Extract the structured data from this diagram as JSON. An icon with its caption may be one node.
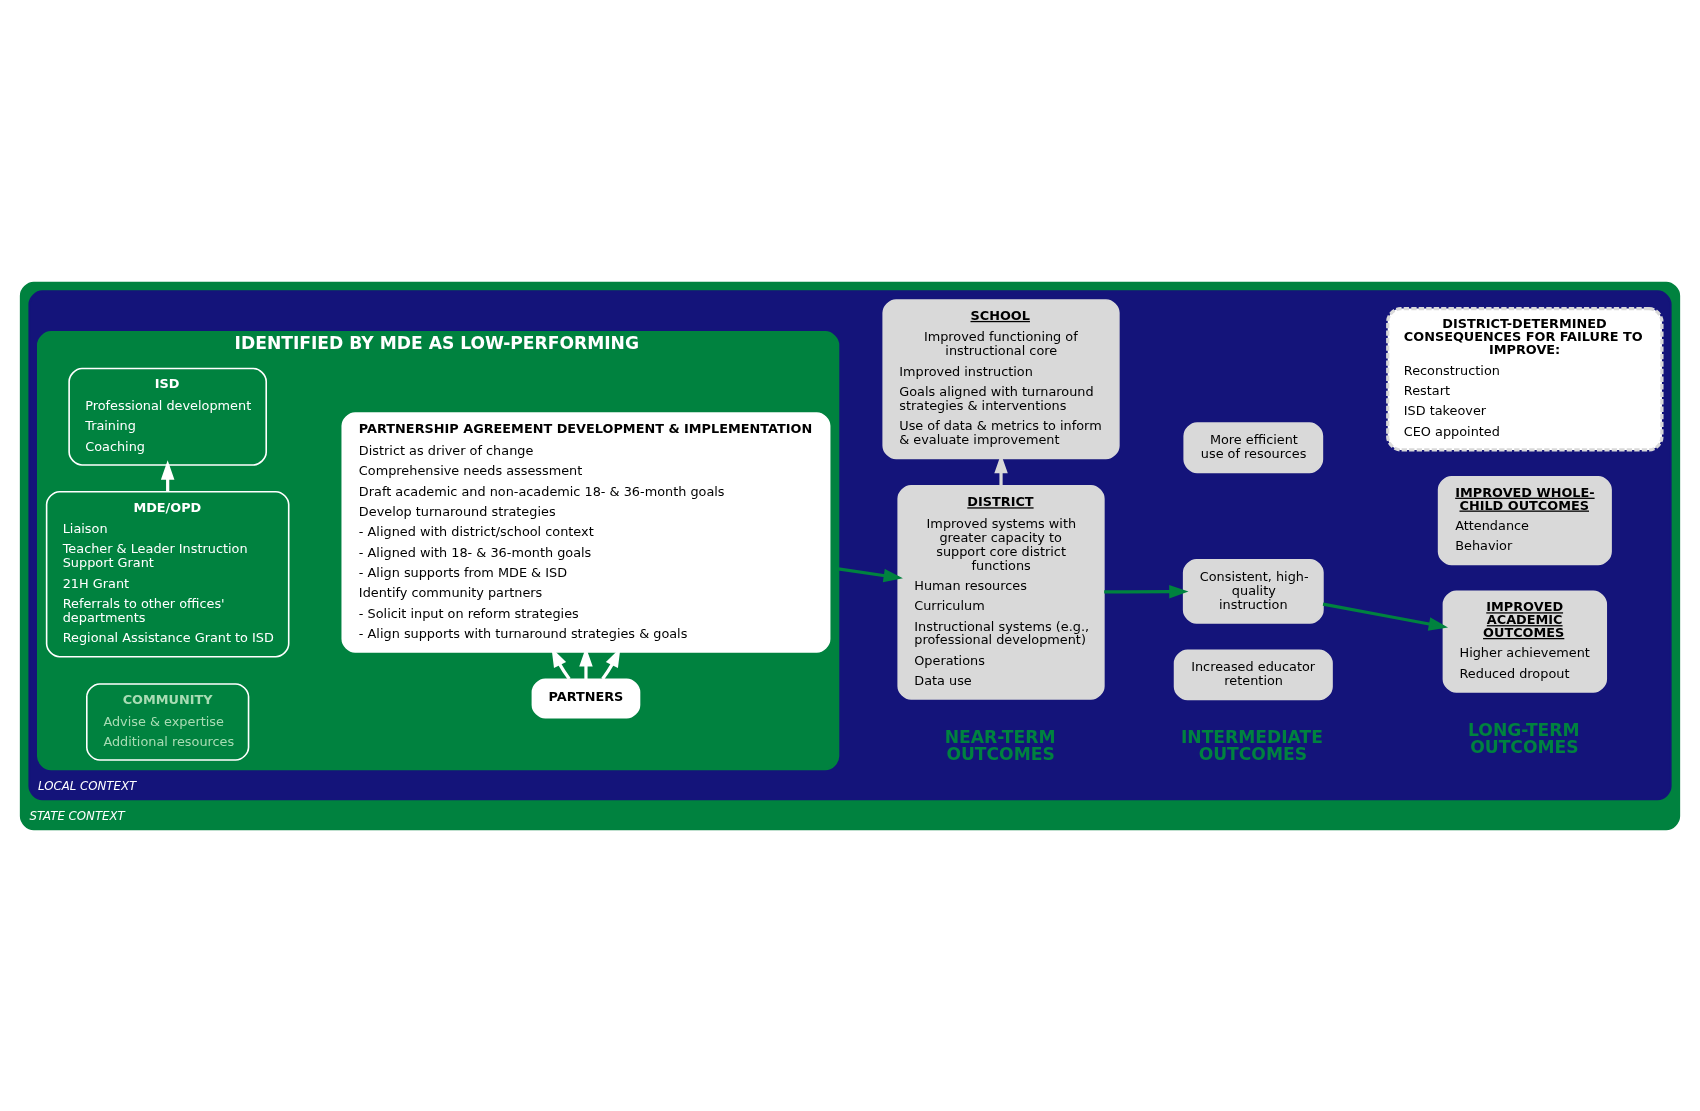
{
  "diagram": {
    "nodes": [
      {
        "text": [
          "STATE CONTEXT"
        ]
      },
      {
        "text": [
          "LOCAL CONTEXT"
        ],
        "in": 0
      },
      {
        "text": [
          "IDENTIFIED BY MDE AS LOW-PERFORMING"
        ],
        "in": 1
      },
      {
        "text": [
          "PARTNERSHIP AGREEMENT DEVELOPMENT & IMPLEMENTATION",
          "District as driver of change",
          "Comprehensive needs assessment",
          "Draft academic and non-academic 18- & 36-month goals",
          "Develop turnaround strategies",
          "- Aligned with district/school context",
          "- Aligned with 18- & 36-month goals",
          "- Align supports from MDE & ISD",
          "Identify community partners",
          "- Solicit input on reform strategies",
          "- Align supports with turnaround strategies & goals"
        ],
        "in": 2
      },
      {
        "text": [
          "PARTNERS"
        ],
        "in": 2
      },
      {
        "text": [
          "MDE/OPD",
          "Liaison",
          "Teacher & Leader Instruction Support Grant",
          "21H Grant",
          "Referrals to other offices' departments",
          "Regional Assistance Grant to ISD"
        ],
        "in": 2
      },
      {
        "text": [
          "ISD",
          "Professional development",
          "Training",
          "Coaching"
        ],
        "in": 2
      },
      {
        "text": [
          "COMMUNITY",
          "Advise & expertise",
          "Additional resources"
        ],
        "in": 2
      },
      {
        "text": [
          "DISTRICT",
          "Improved systems with greater capacity to support core district functions",
          "Human resources",
          "Curriculum",
          "Instructional systems (e.g., professional development)",
          "Operations",
          "Data use"
        ],
        "in": 1
      },
      {
        "text": [
          "SCHOOL",
          "Improved functioning of instructional core",
          "Improved instruction",
          "Goals aligned with turnaround strategies & interventions",
          "Use of data & metrics to inform & evaluate improvement"
        ],
        "in": 1
      },
      {
        "text": [
          "Increased educator retention"
        ],
        "in": 1
      },
      {
        "text": [
          "Consistent, high-quality instruction"
        ],
        "in": 1
      },
      {
        "text": [
          "More efficient use of resources"
        ],
        "in": 1
      },
      {
        "text": [
          "IMPROVED ACADEMIC OUTCOMES",
          "Higher achievement",
          "Reduced dropout"
        ],
        "in": 1
      },
      {
        "text": [
          "IMPROVED WHOLE-CHILD OUTCOMES",
          "Attendance",
          "Behavior"
        ],
        "in": 1
      },
      {
        "text": [
          "DISTRICT-DETERMINED CONSEQUENCES FOR FAILURE TO IMPROVE:",
          "Reconstruction",
          "Restart",
          "ISD takeover",
          "CEO appointed"
        ],
        "in": 1
      }
    ],
    "edges": [
      {
        "from": 4,
        "to": 3,
        "arrow": "to"
      },
      {
        "from": 4,
        "to": 3,
        "arrow": "to"
      },
      {
        "from": 4,
        "to": 3,
        "arrow": "to"
      },
      {
        "from": 5,
        "to": 6,
        "arrow": "to"
      },
      {
        "from": 2,
        "to": 8,
        "arrow": "to",
        "color": "#00823f"
      },
      {
        "from": 8,
        "to": 9,
        "arrow": "to",
        "color": "#d9d9d9"
      },
      {
        "from": 8,
        "to": 11,
        "arrow": "to",
        "color": "#00823f"
      },
      {
        "from": 11,
        "to": 13,
        "arrow": "to",
        "color": "#00823f"
      }
    ],
    "labels": [
      "NEAR-TERM OUTCOMES",
      "INTERMEDIATE OUTCOMES",
      "LONG-TERM OUTCOMES"
    ]
  }
}
